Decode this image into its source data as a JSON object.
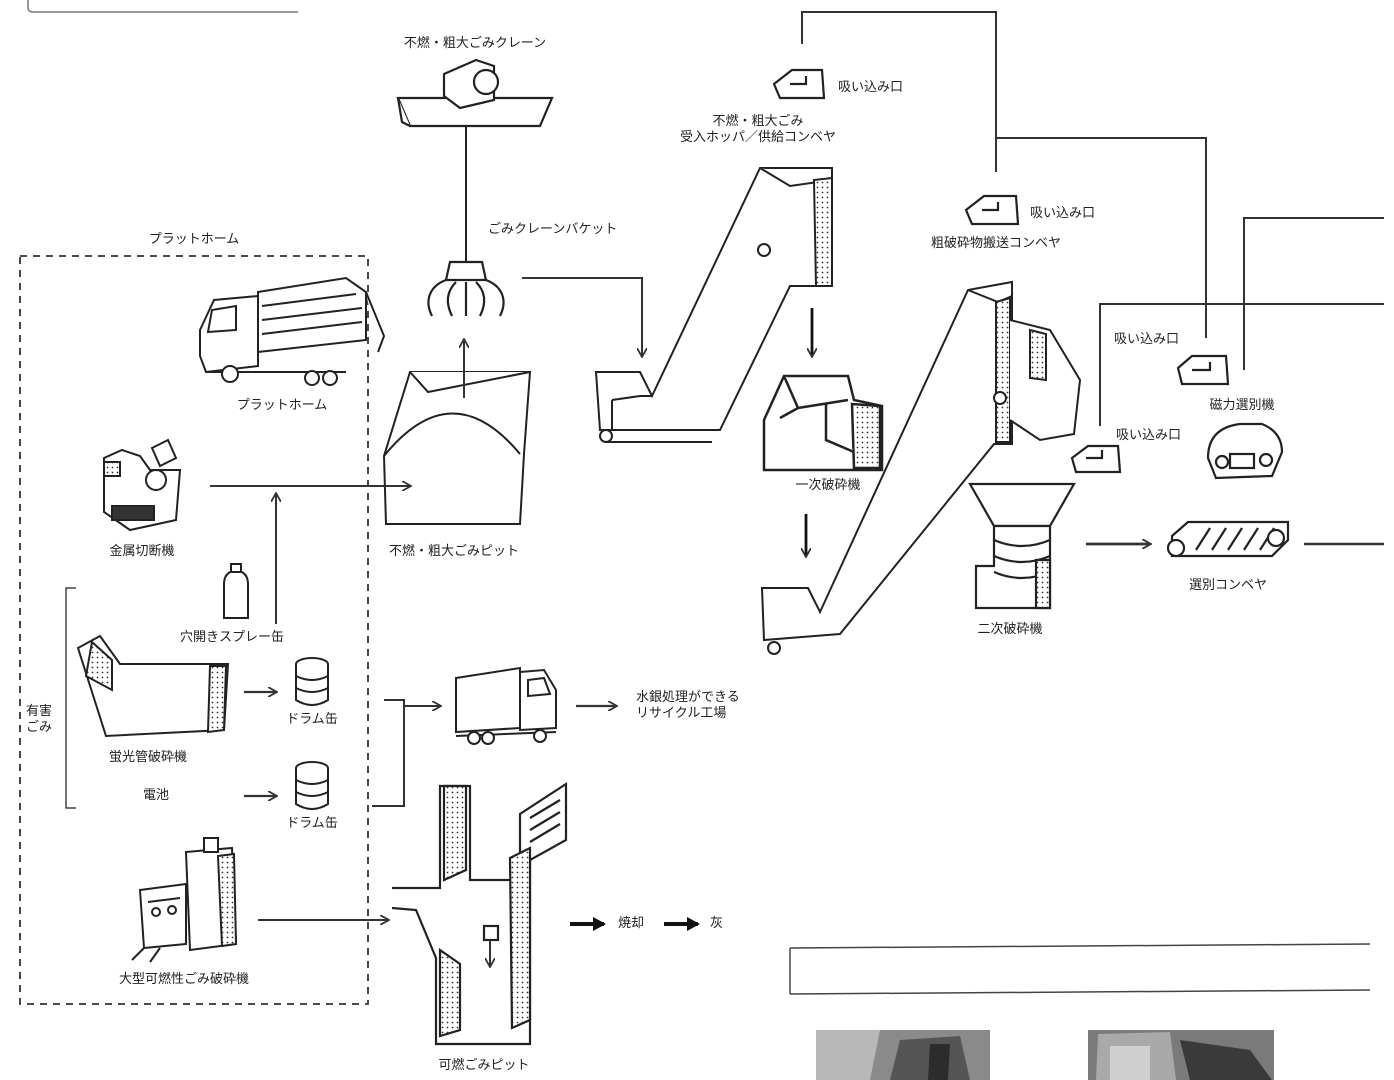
{
  "labels": {
    "crane": "不燃・粗大ごみクレーン",
    "bucket": "ごみクレーンバケット",
    "platform_title": "プラットホーム",
    "platform_truck": "プラットホーム",
    "pit": "不燃・粗大ごみピット",
    "metal_cutter": "金属切断機",
    "spray_can": "穴開きスプレー缶",
    "hazardous": "有害\nごみ",
    "fluorescent": "蛍光管破砕機",
    "drum1": "ドラム缶",
    "battery": "電池",
    "drum2": "ドラム缶",
    "large_crusher": "大型可燃性ごみ破砕機",
    "recycle_plant": "水銀処理ができる\nリサイクル工場",
    "incineration": "焼却",
    "ash": "灰",
    "combustible_pit": "可燃ごみピット",
    "hopper": "不燃・粗大ごみ\n受入ホッパ／供給コンベヤ",
    "suction1": "吸い込み口",
    "suction2": "吸い込み口",
    "suction3": "吸い込み口",
    "suction4": "吸い込み口",
    "coarse_conveyor": "粗破砕物搬送コンベヤ",
    "primary_crusher": "一次破砕機",
    "secondary_crusher": "二次破砕機",
    "magnetic_separator": "磁力選別機",
    "sorting_conveyor": "選別コンベヤ"
  },
  "icons": {
    "crane": "overhead-crane-icon",
    "bucket": "grab-bucket-icon",
    "truck": "garbage-truck-icon",
    "pit": "waste-pit-icon",
    "metal_cutter": "metal-cutter-icon",
    "spray": "spray-can-icon",
    "fluorescent": "fluorescent-crusher-icon",
    "drum": "drum-can-icon",
    "large_crusher": "large-crusher-icon",
    "delivery_truck": "delivery-truck-icon",
    "combustible_pit": "combustible-pit-icon",
    "hopper_conveyor": "hopper-conveyor-icon",
    "primary_crusher": "primary-crusher-icon",
    "secondary_crusher": "secondary-crusher-icon",
    "suction": "suction-port-icon",
    "magnetic_separator": "magnetic-separator-icon",
    "sorting_conveyor": "belt-conveyor-icon"
  }
}
